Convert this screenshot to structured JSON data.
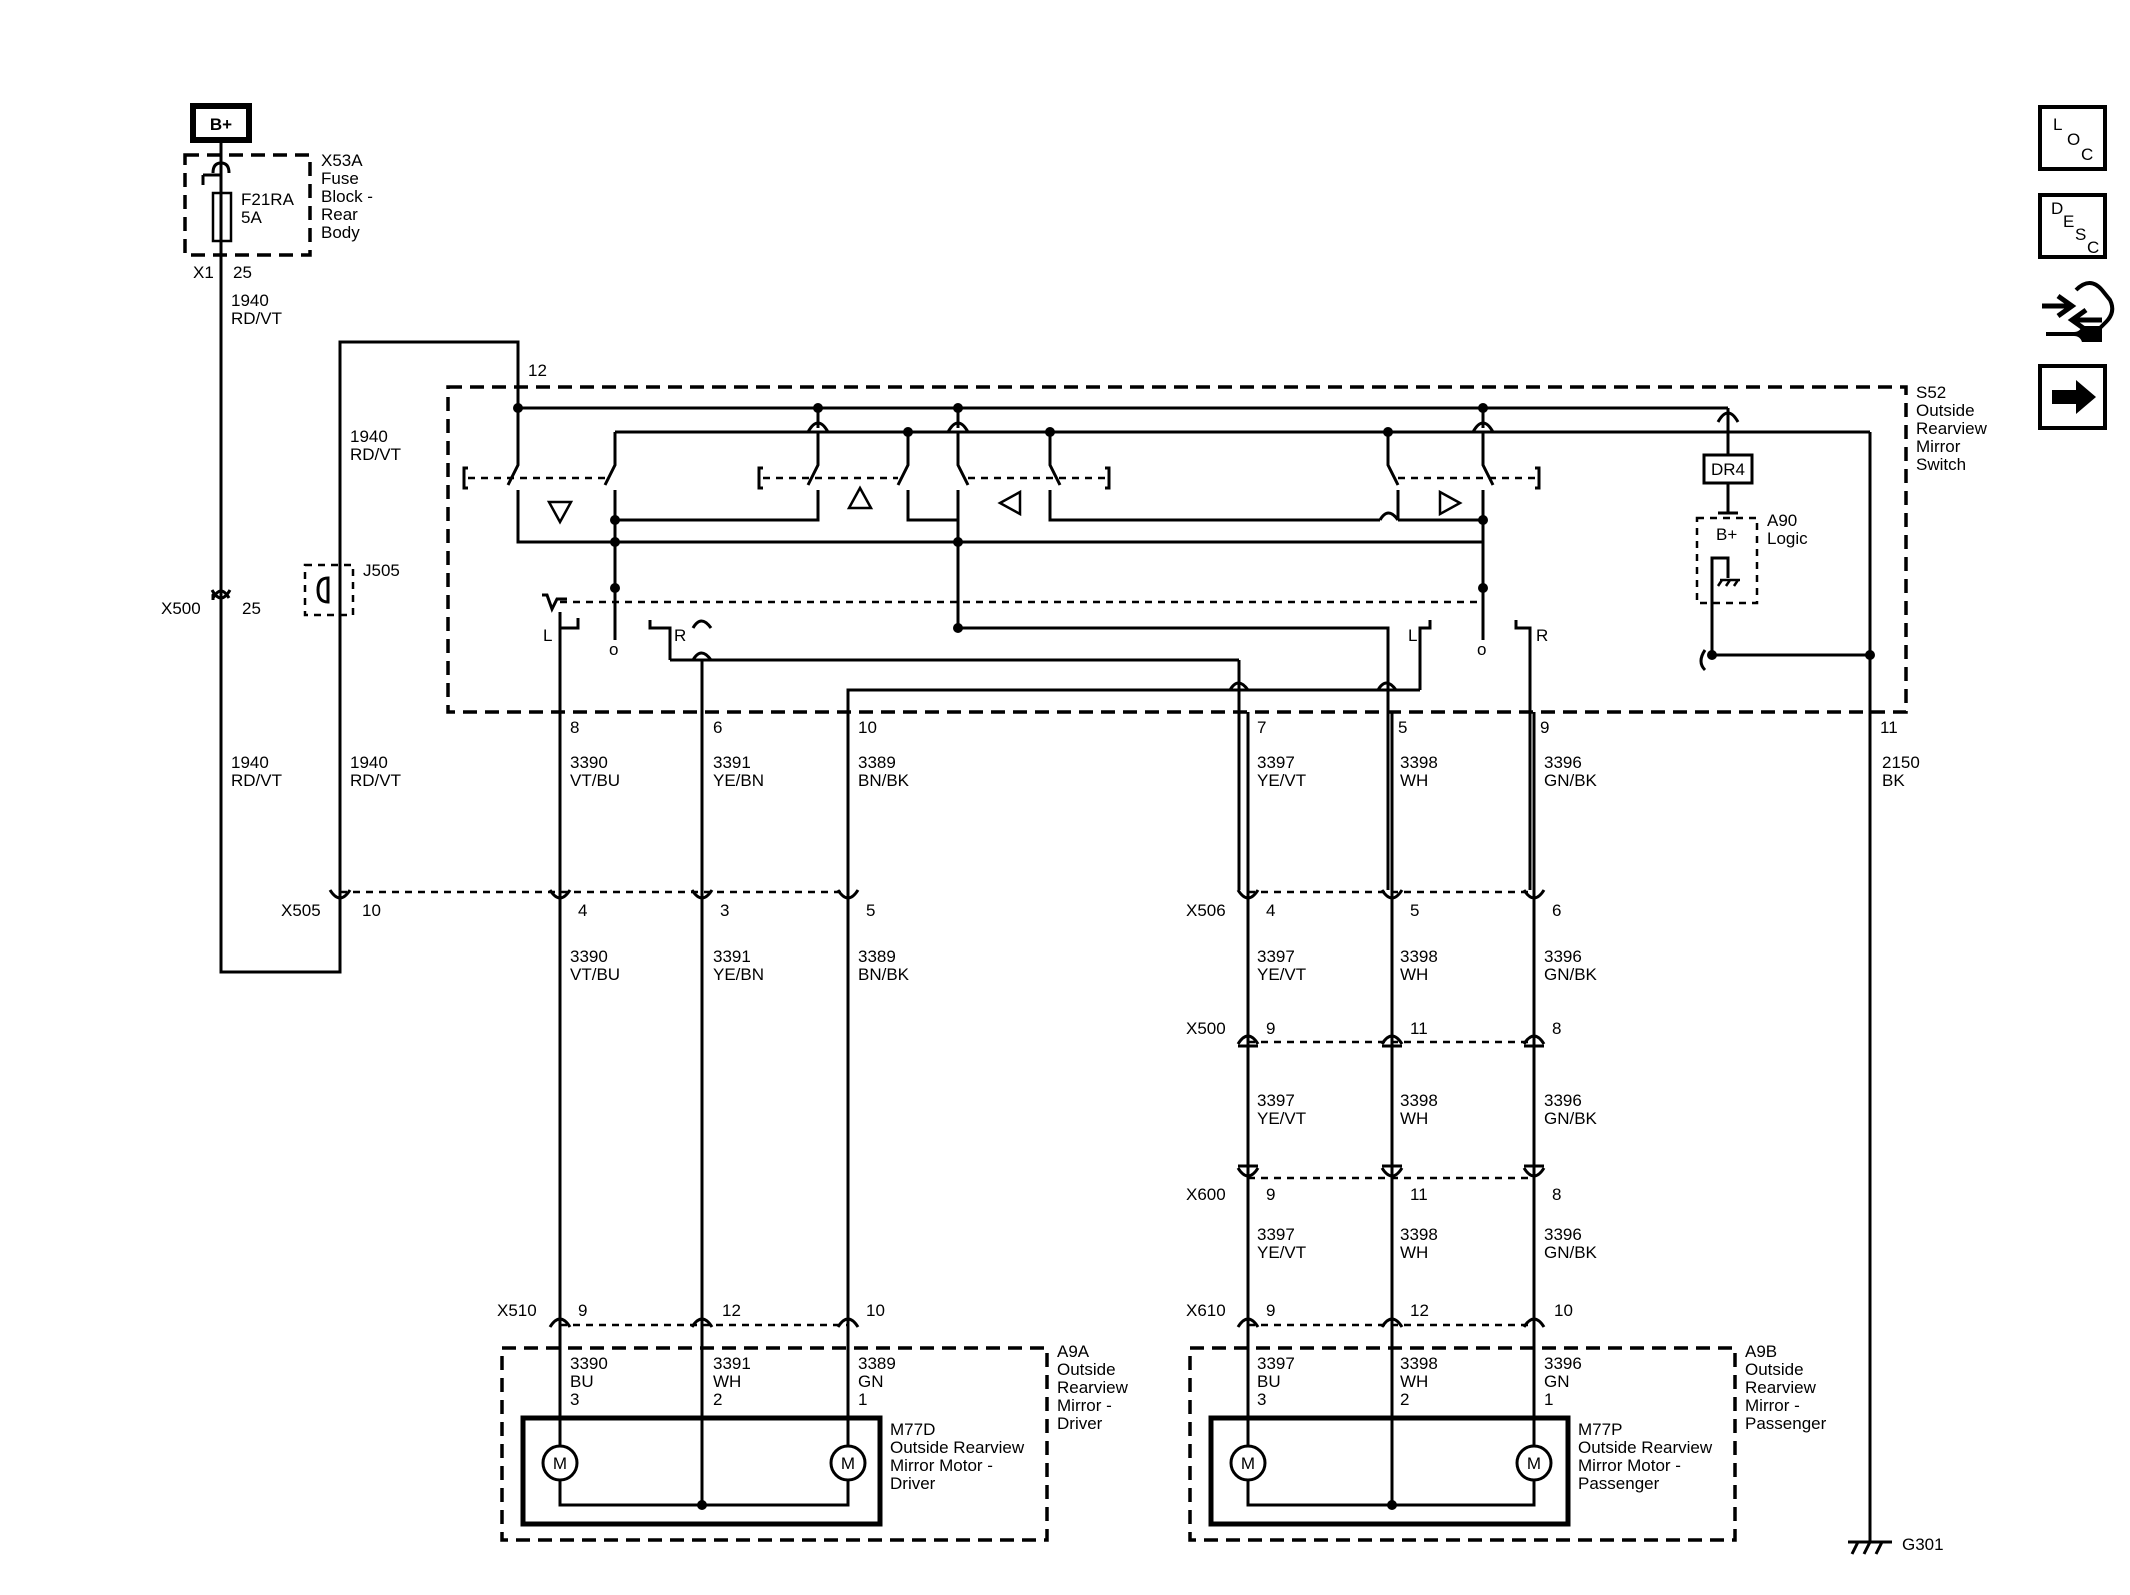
{
  "battery": {
    "label": "B+"
  },
  "fuse_block": {
    "id": "X53A",
    "name_lines": [
      "Fuse",
      "Block -",
      "Rear",
      "Body"
    ],
    "fuse_lines": [
      "F21RA",
      "5A"
    ],
    "conn": "X1",
    "pin": "25"
  },
  "wires": {
    "w1940": [
      "1940",
      "RD/VT"
    ],
    "w3390": [
      "3390",
      "VT/BU"
    ],
    "w3391": [
      "3391",
      "YE/BN"
    ],
    "w3389": [
      "3389",
      "BN/BK"
    ],
    "w3397": [
      "3397",
      "YE/VT"
    ],
    "w3398": [
      "3398",
      "WH"
    ],
    "w3396": [
      "3396",
      "GN/BK"
    ],
    "w2150": [
      "2150",
      "BK"
    ]
  },
  "splice": {
    "id": "J505"
  },
  "switch": {
    "id": "S52",
    "name_lines": [
      "Outside",
      "Rearview",
      "Mirror",
      "Switch"
    ],
    "pins": {
      "p12": "12",
      "p8": "8",
      "p6": "6",
      "p10": "10",
      "p7": "7",
      "p5": "5",
      "p9": "9",
      "p11": "11"
    },
    "selector_labels": {
      "l1": "L",
      "o1": "o",
      "r1": "R",
      "l2": "L",
      "o2": "o",
      "r2": "R"
    },
    "dr4": "DR4",
    "logic": {
      "bplus": "B+",
      "id": "A90",
      "name": "Logic"
    }
  },
  "connectors": {
    "x500_top": {
      "id": "X500",
      "pin": "25"
    },
    "x505": {
      "id": "X505",
      "pins": [
        "10",
        "4",
        "3",
        "5"
      ]
    },
    "x506": {
      "id": "X506",
      "pins": [
        "4",
        "5",
        "6"
      ]
    },
    "x500": {
      "id": "X500",
      "pins": [
        "9",
        "11",
        "8"
      ]
    },
    "x600": {
      "id": "X600",
      "pins": [
        "9",
        "11",
        "8"
      ]
    },
    "x510": {
      "id": "X510",
      "pins": [
        "9",
        "12",
        "10"
      ]
    },
    "x610": {
      "id": "X610",
      "pins": [
        "9",
        "12",
        "10"
      ]
    }
  },
  "driver_mirror": {
    "id": "A9A",
    "name_lines": [
      "Outside",
      "Rearview",
      "Mirror -",
      "Driver"
    ],
    "wires": [
      [
        "3390",
        "BU",
        "3"
      ],
      [
        "3391",
        "WH",
        "2"
      ],
      [
        "3389",
        "GN",
        "1"
      ]
    ],
    "motor": {
      "id": "M77D",
      "name_lines": [
        "Outside Rearview",
        "Mirror Motor -",
        "Driver"
      ],
      "symbol": "M"
    }
  },
  "passenger_mirror": {
    "id": "A9B",
    "name_lines": [
      "Outside",
      "Rearview",
      "Mirror -",
      "Passenger"
    ],
    "wires": [
      [
        "3397",
        "BU",
        "3"
      ],
      [
        "3398",
        "WH",
        "2"
      ],
      [
        "3396",
        "GN",
        "1"
      ]
    ],
    "motor": {
      "id": "M77P",
      "name_lines": [
        "Outside Rearview",
        "Mirror Motor -",
        "Passenger"
      ],
      "symbol": "M"
    }
  },
  "ground": {
    "id": "G301"
  },
  "sidebar": {
    "loc": [
      "L",
      "O",
      "C"
    ],
    "desc": [
      "D",
      "E",
      "S",
      "C"
    ],
    "icons": [
      "connector-views-icon",
      "next-page-arrow-icon"
    ]
  }
}
